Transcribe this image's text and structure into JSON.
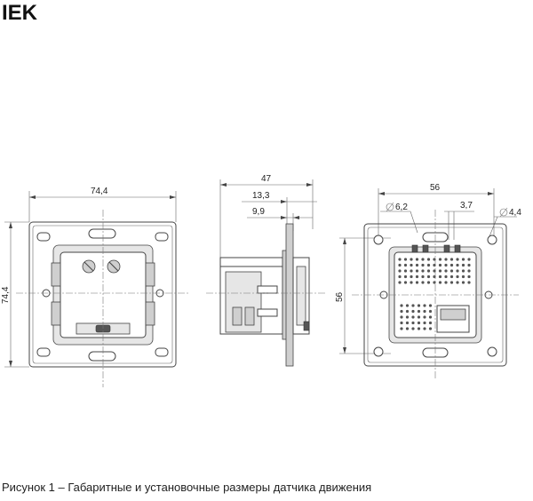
{
  "logo": {
    "text": "IEK"
  },
  "front_view": {
    "width_label": "74,4",
    "height_label": "74,4"
  },
  "side_view": {
    "depth_label": "47",
    "offset_label_1": "13,3",
    "offset_label_2": "9,9"
  },
  "rear_view": {
    "spacing_label": "56",
    "height_label": "56",
    "diameter_1": "6,2",
    "gap_label": "3,7",
    "diameter_2": "4,4"
  },
  "caption": "Рисунок 1 – Габаритные и установочные размеры датчика движения"
}
